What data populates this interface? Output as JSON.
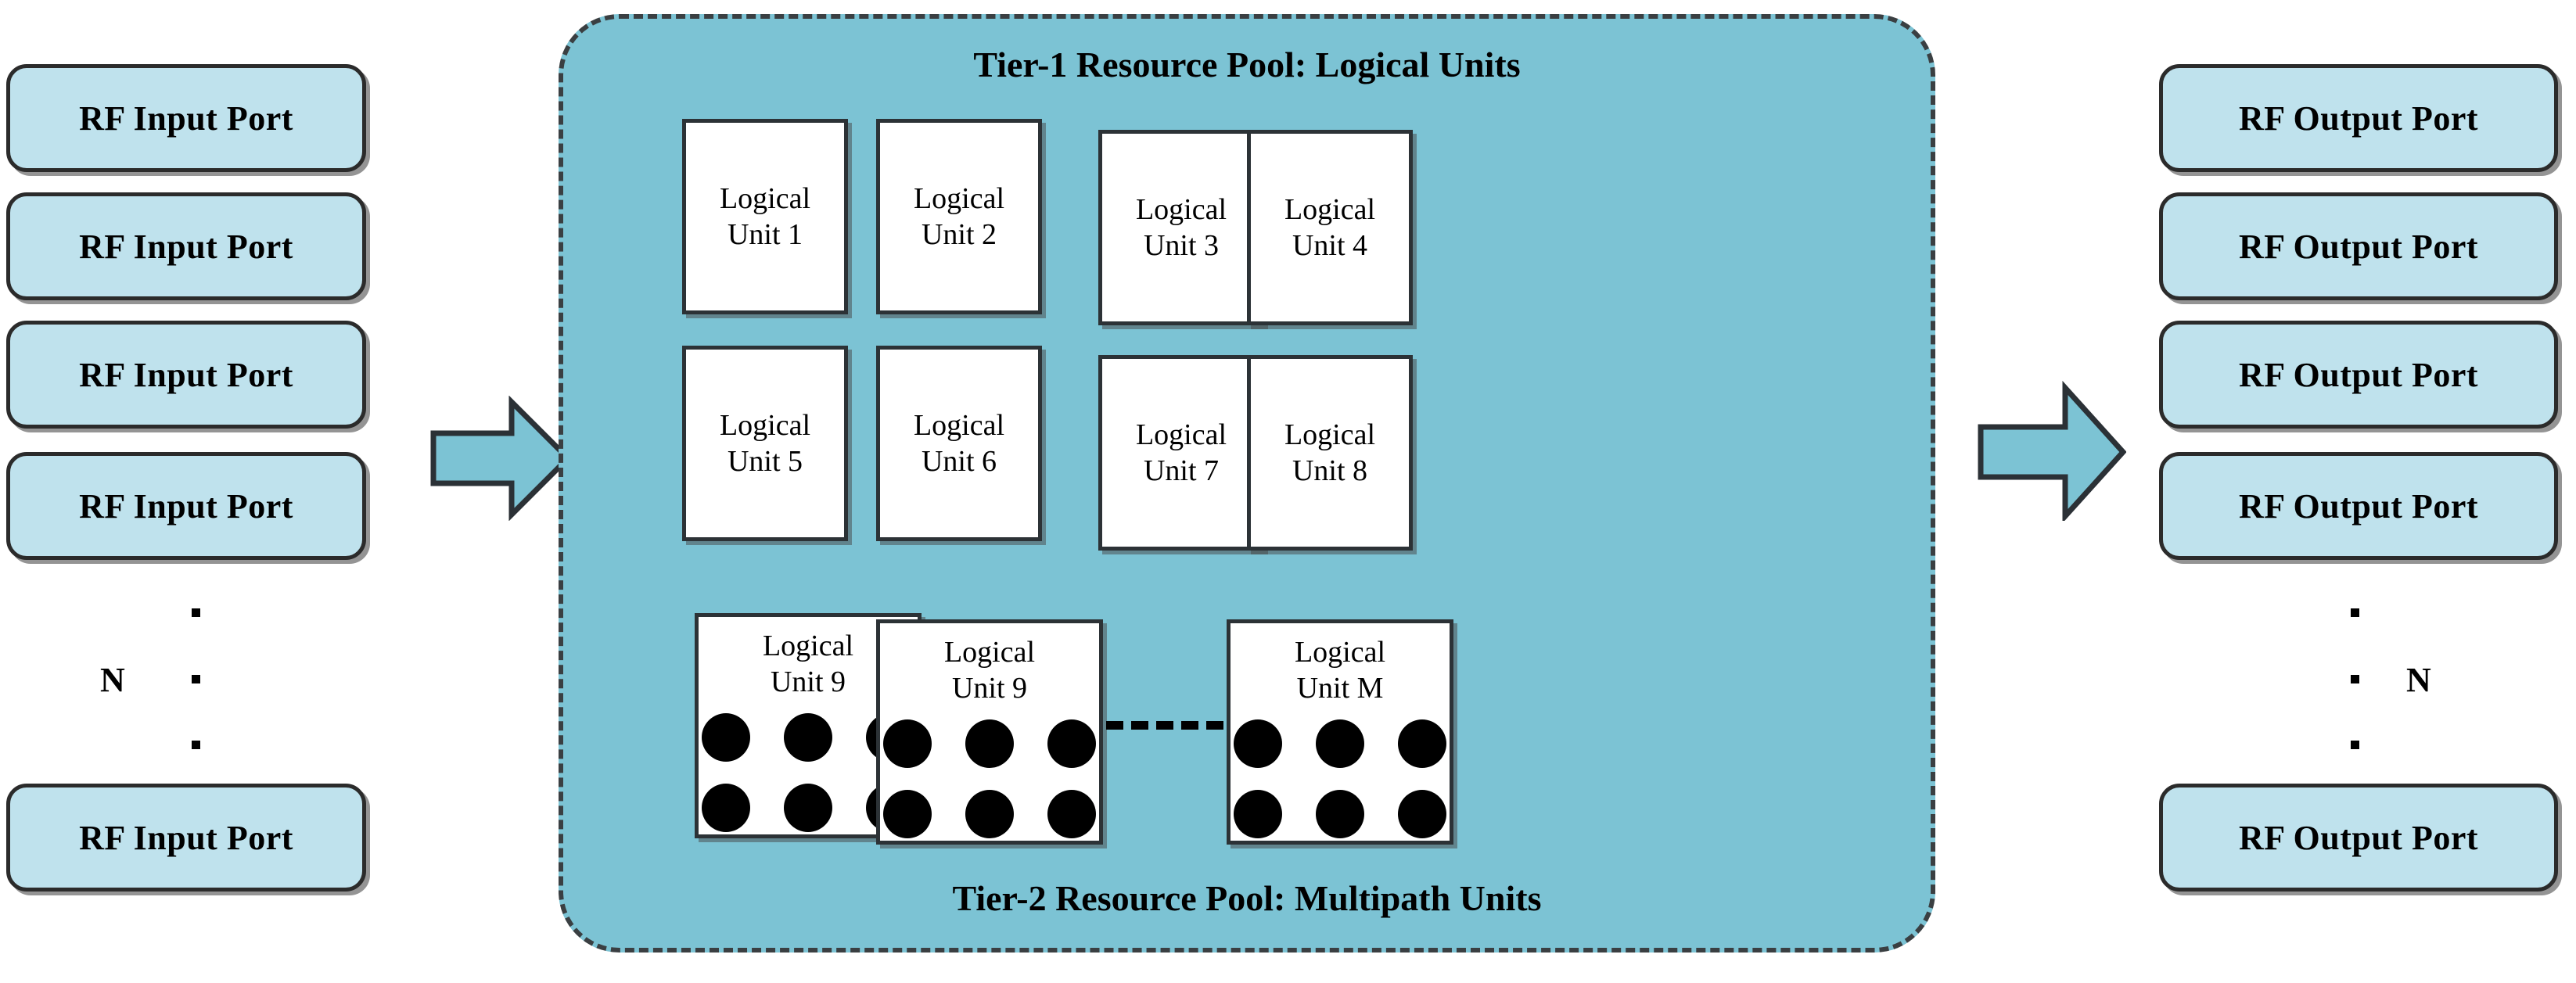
{
  "diagram": {
    "input_ports": [
      {
        "label": "RF Input Port"
      },
      {
        "label": "RF Input Port"
      },
      {
        "label": "RF Input Port"
      },
      {
        "label": "RF Input Port"
      },
      {
        "label": "RF Input Port"
      }
    ],
    "input_count_label": "N",
    "output_ports": [
      {
        "label": "RF Output Port"
      },
      {
        "label": "RF Output Port"
      },
      {
        "label": "RF Output Port"
      },
      {
        "label": "RF Output Port"
      },
      {
        "label": "RF Output Port"
      }
    ],
    "output_count_label": "N",
    "pool": {
      "top_title": "Tier-1 Resource Pool: Logical Units",
      "bottom_title": "Tier-2 Resource Pool: Multipath Units",
      "logical_units": [
        {
          "line1": "Logical",
          "line2": "Unit 1"
        },
        {
          "line1": "Logical",
          "line2": "Unit 2"
        },
        {
          "line1": "Logical",
          "line2": "Unit 3"
        },
        {
          "line1": "Logical",
          "line2": "Unit 4"
        },
        {
          "line1": "Logical",
          "line2": "Unit 5"
        },
        {
          "line1": "Logical",
          "line2": "Unit 6"
        },
        {
          "line1": "Logical",
          "line2": "Unit 7"
        },
        {
          "line1": "Logical",
          "line2": "Unit 8"
        }
      ],
      "multipath_units": [
        {
          "label": "Logical\nUnit 9",
          "dots": 6
        },
        {
          "label": "Logical\nUnit 9",
          "dots": 6
        },
        {
          "label": "Logical\nUnit M",
          "dots": 6
        }
      ]
    },
    "colors": {
      "port_fill": "#bfe2ed",
      "pool_fill": "#7cc3d4",
      "arrow_fill": "#7cc3d4",
      "border_dark": "#2b2b2b",
      "unit_fill": "#ffffff",
      "dot_color": "#000000"
    },
    "icons": {
      "left_arrow": "right-arrow-icon",
      "right_arrow": "right-arrow-icon",
      "ellipsis": "vertical-ellipsis-icon",
      "connector": "horizontal-dashed-connector-icon"
    }
  }
}
